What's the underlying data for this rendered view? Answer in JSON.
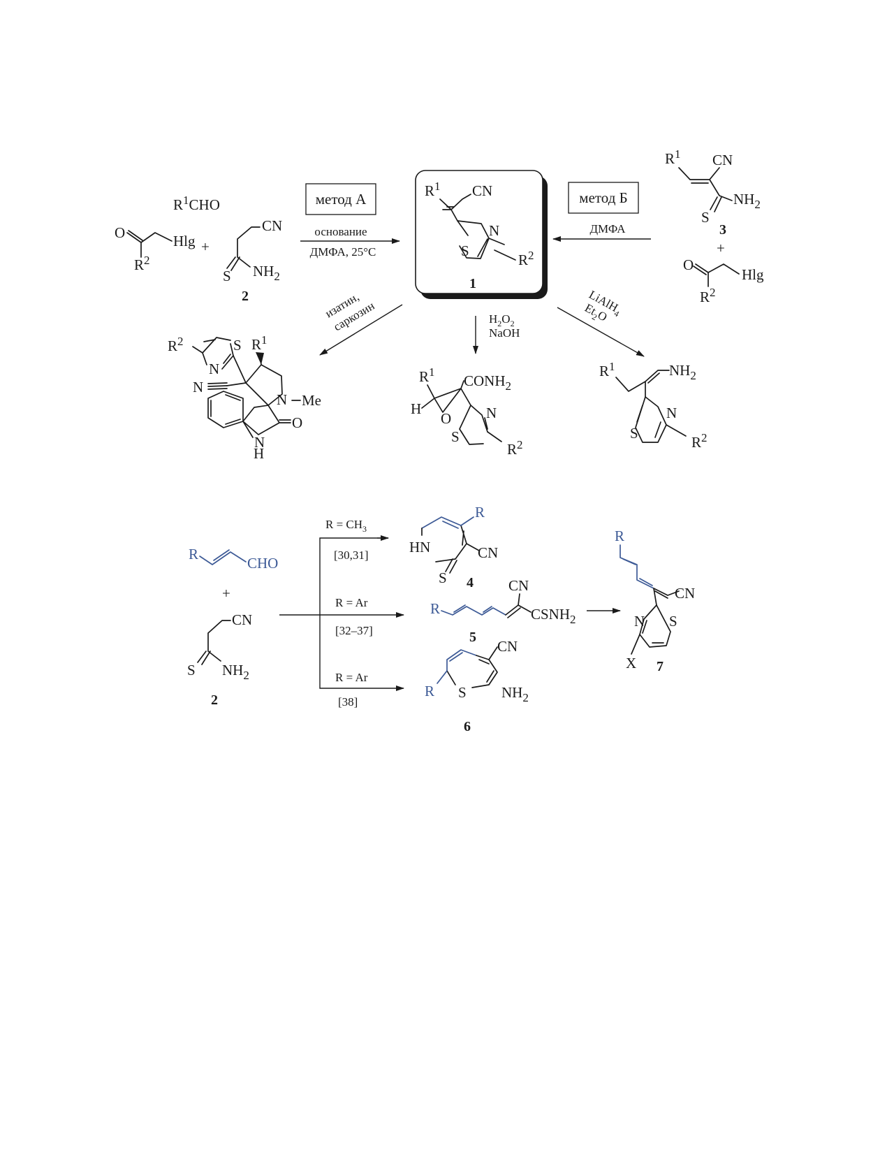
{
  "methods": {
    "a": "метод А",
    "b": "метод Б"
  },
  "conditions": {
    "a_top": "основание",
    "a_bottom": "ДМФА, 25°C",
    "b": "ДМФА",
    "isatin_1": "изатин,",
    "isatin_2": "саркозин",
    "h2o2": "H",
    "h2o2_sub": "2",
    "h2o2_o": "O",
    "naoh": "NaOH",
    "lialh": "LiAlH",
    "lialh_sub": "4",
    "et": "Et",
    "et_sub": "2",
    "et_o": "O"
  },
  "compounds": {
    "n1": "1",
    "n2": "2",
    "n3": "3",
    "n4": "4",
    "n5": "5",
    "n6": "6",
    "n7": "7",
    "r1": "R",
    "sup1": "1",
    "r2": "R",
    "sup2": "2",
    "cho": "CHO",
    "cn": "CN",
    "nh2": "NH",
    "sub2": "2",
    "hlg": "Hlg",
    "o": "O",
    "s": "S",
    "n": "N",
    "h": "H",
    "hn": "HN",
    "me": "Me",
    "conh2": "CONH",
    "csnh2": "CSNH",
    "plus": "+",
    "r": "R",
    "x": "X"
  },
  "branches": {
    "b1_top": "R = CH",
    "b1_sub": "3",
    "b1_ref": "[30,31]",
    "b2_top": "R = Ar",
    "b2_ref": "[32–37]",
    "b3_top": "R = Ar",
    "b3_ref": "[38]"
  },
  "colors": {
    "ink": "#1a1a1a",
    "accent": "#3d5a96"
  }
}
